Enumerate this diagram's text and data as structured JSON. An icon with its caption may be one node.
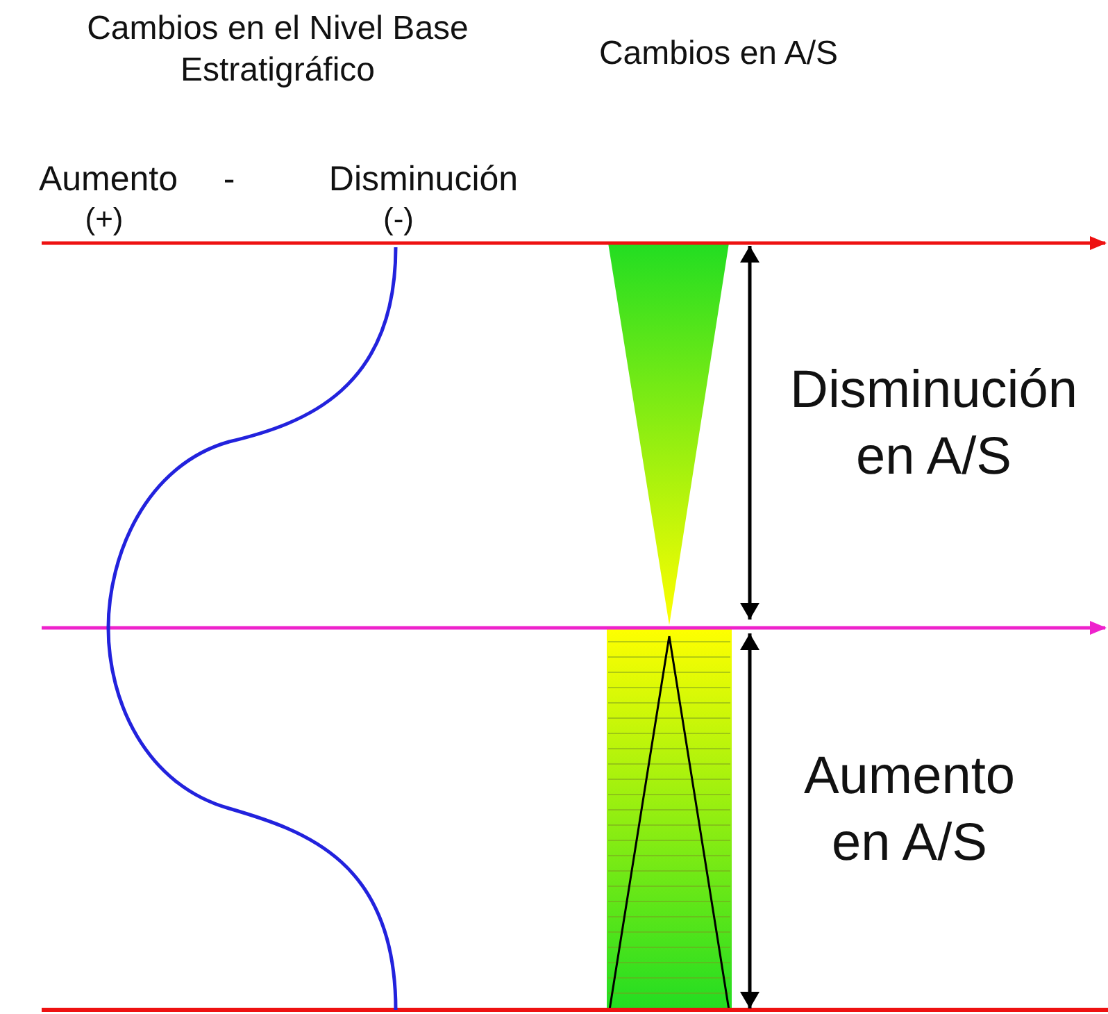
{
  "diagram": {
    "labels": [
      "Cambios en el Nivel Base Estratigráfico",
      "Cambios en A/S",
      "Aumento",
      "-",
      "Disminución",
      "(+)",
      "(-)",
      "Disminución en A/S",
      "Aumento en A/S"
    ]
  }
}
